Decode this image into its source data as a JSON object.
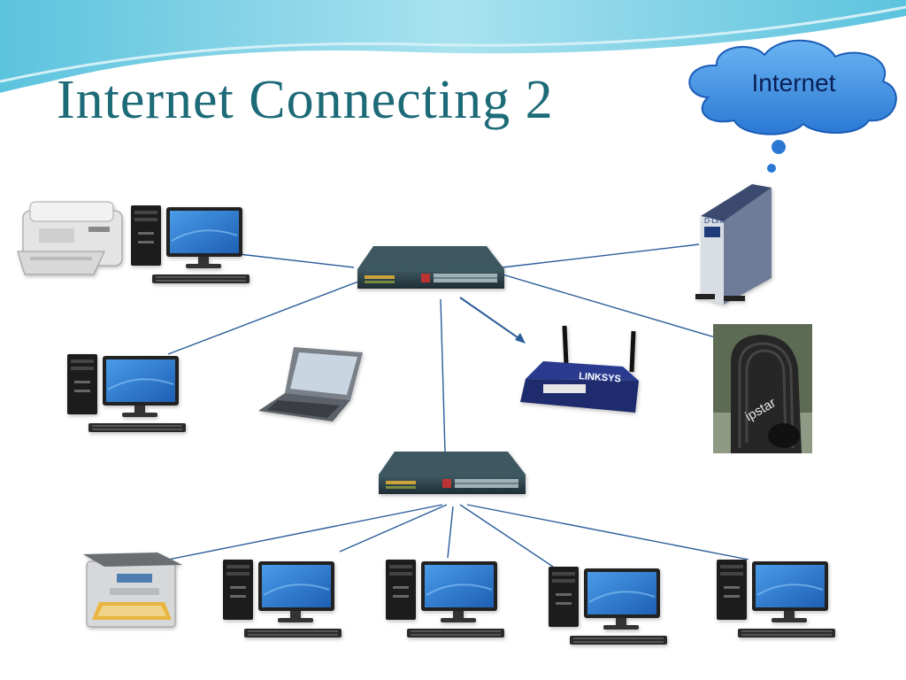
{
  "slide": {
    "title": "Internet  Connecting 2",
    "cloud_label": "Internet"
  },
  "devices": {
    "modem_brand": "D-Link",
    "satellite_brand": "ipstar",
    "router_brand": "LINKSYS"
  },
  "colors": {
    "title": "#1d6a78",
    "cloud_fill": "#3a8fe0",
    "cloud_text": "#0b1f55",
    "link": "#2a5c9a",
    "switch_body": "#2c4048",
    "monitor_screen": "#2f7fd6",
    "header_wave": "#7fd0e6"
  },
  "icons": [
    "printer-icon",
    "desktop-computer-icon",
    "laptop-icon",
    "network-switch-icon",
    "wireless-router-icon",
    "dsl-modem-icon",
    "satellite-modem-icon",
    "multifunction-printer-icon",
    "cloud-icon"
  ]
}
